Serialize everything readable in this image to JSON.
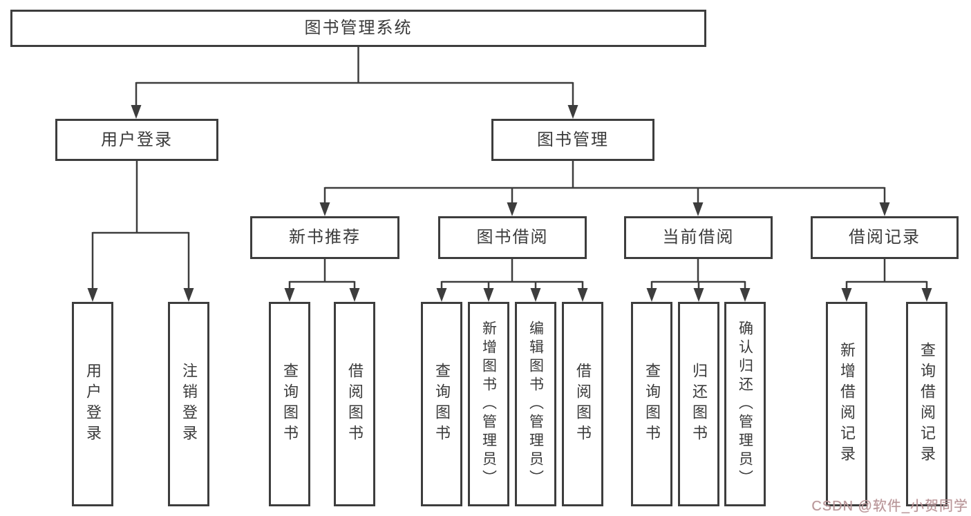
{
  "tree": {
    "label": "图书管理系统",
    "children": [
      {
        "label": "用户登录",
        "children": [
          {
            "label": "用户登录"
          },
          {
            "label": "注销登录"
          }
        ]
      },
      {
        "label": "图书管理",
        "children": [
          {
            "label": "新书推荐",
            "children": [
              {
                "label": "查询图书"
              },
              {
                "label": "借阅图书"
              }
            ]
          },
          {
            "label": "图书借阅",
            "children": [
              {
                "label": "查询图书"
              },
              {
                "label": "新增图书（管理员）"
              },
              {
                "label": "编辑图书（管理员）"
              },
              {
                "label": "借阅图书"
              }
            ]
          },
          {
            "label": "当前借阅",
            "children": [
              {
                "label": "查询图书"
              },
              {
                "label": "归还图书"
              },
              {
                "label": "确认归还（管理员）"
              }
            ]
          },
          {
            "label": "借阅记录",
            "children": [
              {
                "label": "新增借阅记录"
              },
              {
                "label": "查询借阅记录"
              }
            ]
          }
        ]
      }
    ]
  },
  "colors": {
    "line": "#3d3d3d",
    "box_border": "#3d3d3d",
    "text": "#3a3a3a",
    "background": "#ffffff",
    "watermark": "#b5979a"
  },
  "watermark": {
    "text": "CSDN @软件_小贺同学"
  }
}
